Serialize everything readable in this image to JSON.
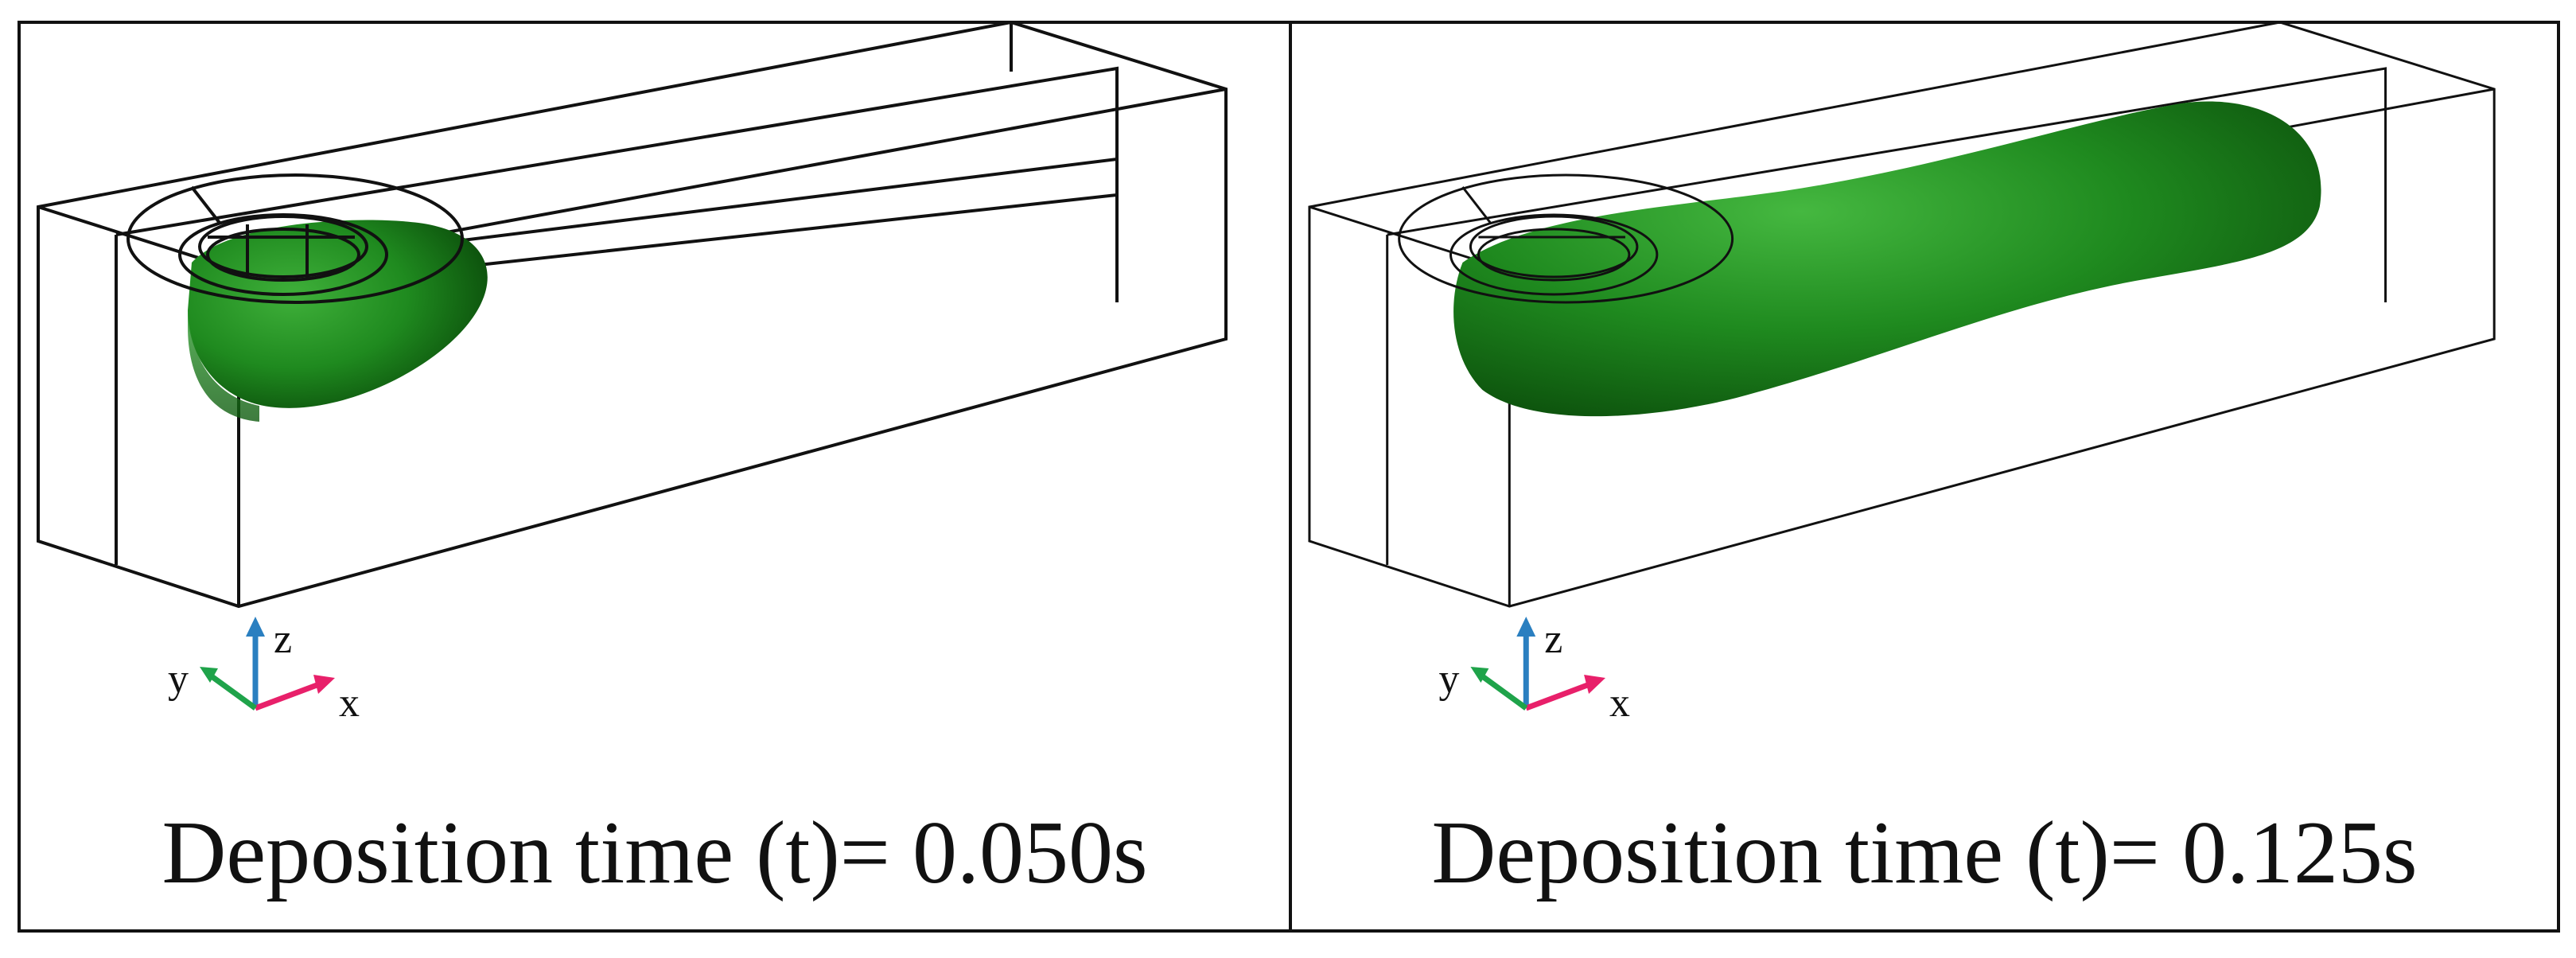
{
  "panels": [
    {
      "caption": "Deposition time (t)= 0.050s",
      "axes": {
        "x": "x",
        "y": "y",
        "z": "z"
      }
    },
    {
      "caption": "Deposition time (t)= 0.125s",
      "axes": {
        "x": "x",
        "y": "y",
        "z": "z"
      }
    }
  ],
  "colors": {
    "deposit": "#1f8a1f",
    "deposit_dark": "#0f5a0f",
    "x_axis": "#e8206a",
    "y_axis": "#1fa34a",
    "z_axis": "#2a7fc0",
    "frame": "#111111"
  }
}
